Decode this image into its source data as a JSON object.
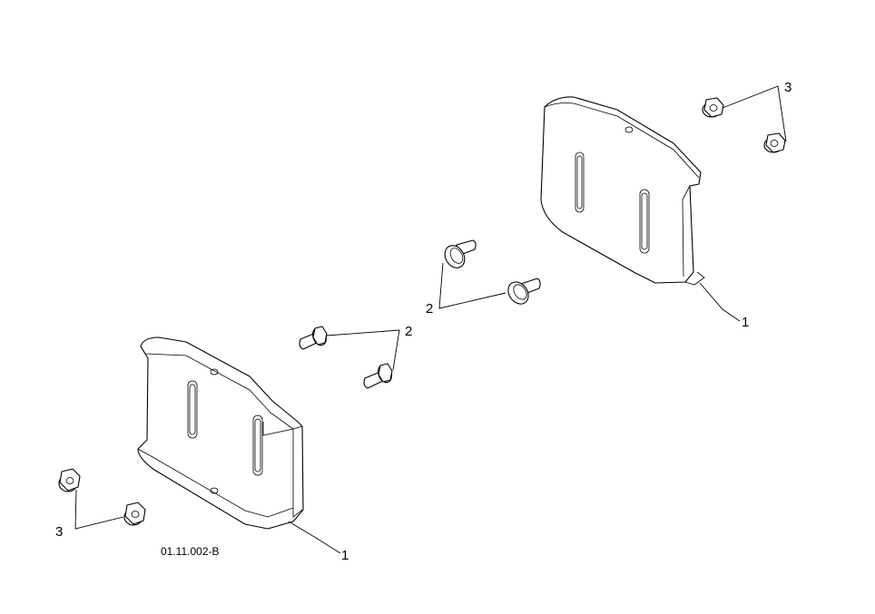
{
  "callouts": {
    "left_nuts": "3",
    "right_nuts": "3",
    "left_shoe": "1",
    "right_shoe": "1",
    "left_bolts": "2",
    "right_bolts": "2"
  },
  "figure_code": "01.11.002-B"
}
